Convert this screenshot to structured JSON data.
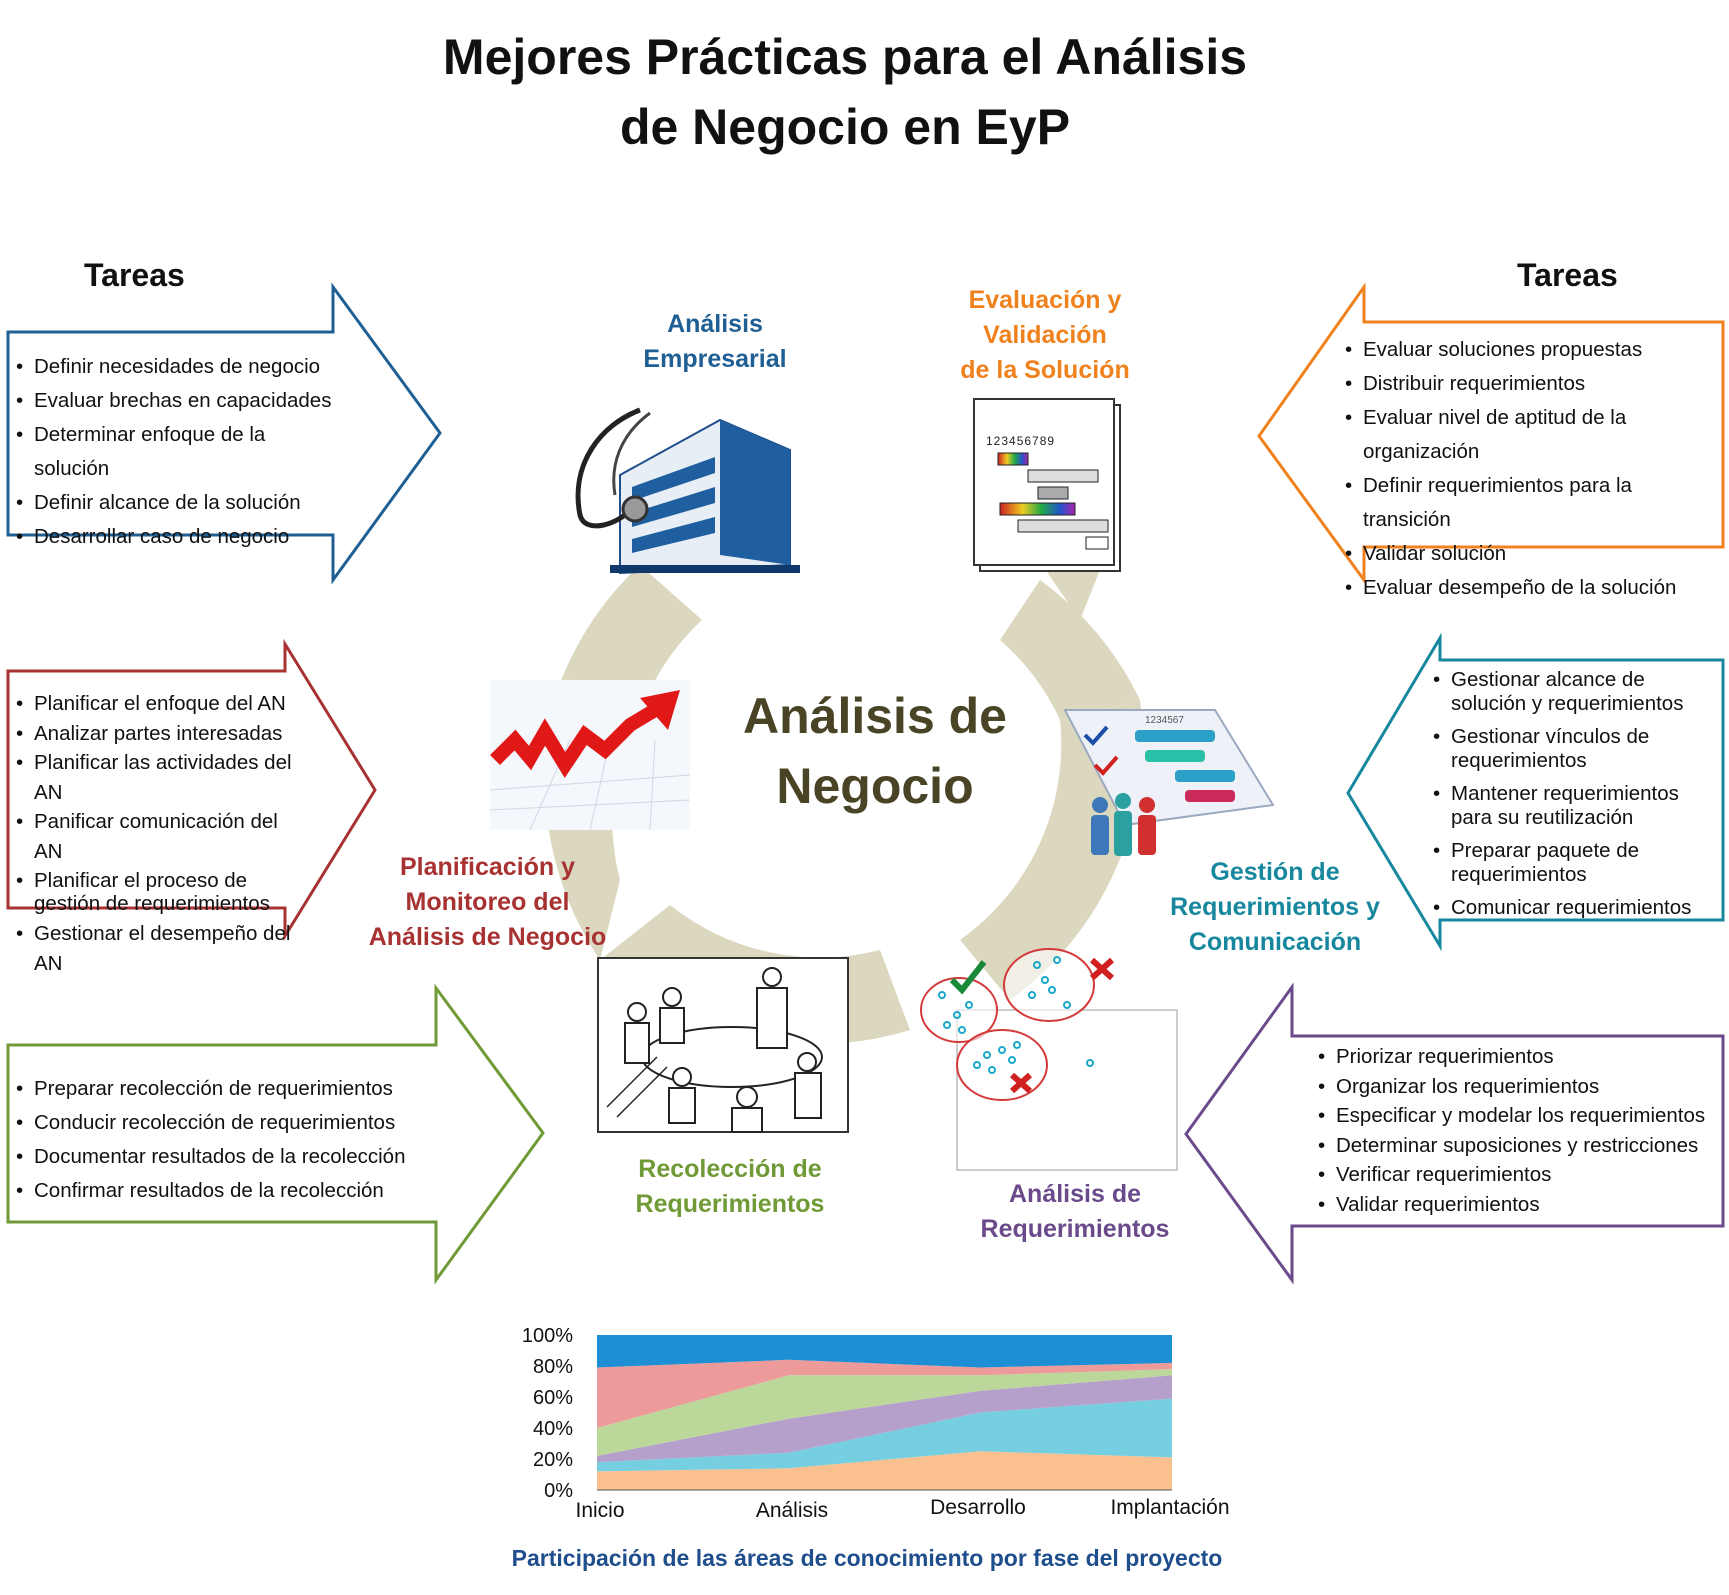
{
  "title": {
    "line1": "Mejores Prácticas para el Análisis",
    "line2": "de Negocio en EyP"
  },
  "tareas_left": "Tareas",
  "tareas_right": "Tareas",
  "center": {
    "line1": "Análisis de",
    "line2": "Negocio"
  },
  "colors": {
    "blue": "#1f5f94",
    "orange": "#f0821e",
    "red": "#a83232",
    "teal": "#17879e",
    "green": "#6f9a36",
    "purple": "#6a4a8a",
    "cycle": "#dcd8c0"
  },
  "areas": [
    {
      "key": "empresarial",
      "label_lines": [
        "Análisis",
        "Empresarial"
      ],
      "icon": "building-stethoscope-icon",
      "tasks": [
        "Definir necesidades de negocio",
        "Evaluar brechas en capacidades",
        "Determinar enfoque de la solución",
        "Definir alcance de la solución",
        "Desarrollar caso de negocio"
      ]
    },
    {
      "key": "evaluacion",
      "label_lines": [
        "Evaluación y",
        "Validación",
        "de la Solución"
      ],
      "icon": "gantt-document-icon",
      "gantt_digits": "123456789",
      "tasks": [
        "Evaluar soluciones propuestas",
        "Distribuir requerimientos",
        "Evaluar nivel de aptitud de la organización",
        "Definir requerimientos para la transición",
        "Validar solución",
        "Evaluar desempeño de la solución"
      ]
    },
    {
      "key": "planificacion",
      "label_lines": [
        "Planificación y",
        "Monitoreo del",
        "Análisis de Negocio"
      ],
      "icon": "growth-arrow-icon",
      "tasks": [
        "Planificar el enfoque del AN",
        "Analizar partes interesadas",
        "Planificar las actividades del AN",
        "Panificar comunicación del AN",
        "Planificar el proceso de gestión de requerimientos",
        "Gestionar el desempeño del AN"
      ]
    },
    {
      "key": "gestion",
      "label_lines": [
        "Gestión de",
        "Requerimientos y",
        "Comunicación"
      ],
      "icon": "team-gantt-icon",
      "gantt_digits": "1234567",
      "tasks": [
        "Gestionar alcance de solución y requerimientos",
        "Gestionar vínculos de requerimientos",
        "Mantener requerimientos para su reutilización",
        "Preparar paquete de requerimientos",
        "Comunicar requerimientos"
      ]
    },
    {
      "key": "recoleccion",
      "label_lines": [
        "Recolección  de",
        "Requerimientos"
      ],
      "icon": "meeting-sketch-icon",
      "tasks": [
        "Preparar recolección de requerimientos",
        "Conducir recolección de requerimientos",
        "Documentar resultados de la recolección",
        "Confirmar resultados de la recolección"
      ]
    },
    {
      "key": "analisis_req",
      "label_lines": [
        "Análisis de",
        "Requerimientos"
      ],
      "icon": "cluster-check-icon",
      "tasks": [
        "Priorizar requerimientos",
        "Organizar los requerimientos",
        "Especificar y modelar los requerimientos",
        "Determinar suposiciones y restricciones",
        "Verificar requerimientos",
        "Validar requerimientos"
      ]
    }
  ],
  "chart_data": {
    "type": "area",
    "stacked": true,
    "categories": [
      "Inicio",
      "Análisis",
      "Desarrollo",
      "Implantación"
    ],
    "ylim": [
      0,
      100
    ],
    "yticks": [
      "0%",
      "20%",
      "40%",
      "60%",
      "80%",
      "100%"
    ],
    "caption": "Participación de las áreas de conocimiento por fase del proyecto",
    "series": [
      {
        "color": "#fac090",
        "values": [
          12,
          14,
          25,
          21
        ]
      },
      {
        "color": "#76cfe0",
        "values": [
          6,
          10,
          25,
          38
        ]
      },
      {
        "color": "#b5a0cc",
        "values": [
          4,
          22,
          14,
          15
        ]
      },
      {
        "color": "#bcd79a",
        "values": [
          18,
          28,
          10,
          4
        ]
      },
      {
        "color": "#ec9a9a",
        "values": [
          39,
          10,
          5,
          4
        ]
      },
      {
        "color": "#1e8fd4",
        "values": [
          21,
          16,
          21,
          18
        ]
      }
    ],
    "xlabel": "",
    "ylabel": ""
  }
}
